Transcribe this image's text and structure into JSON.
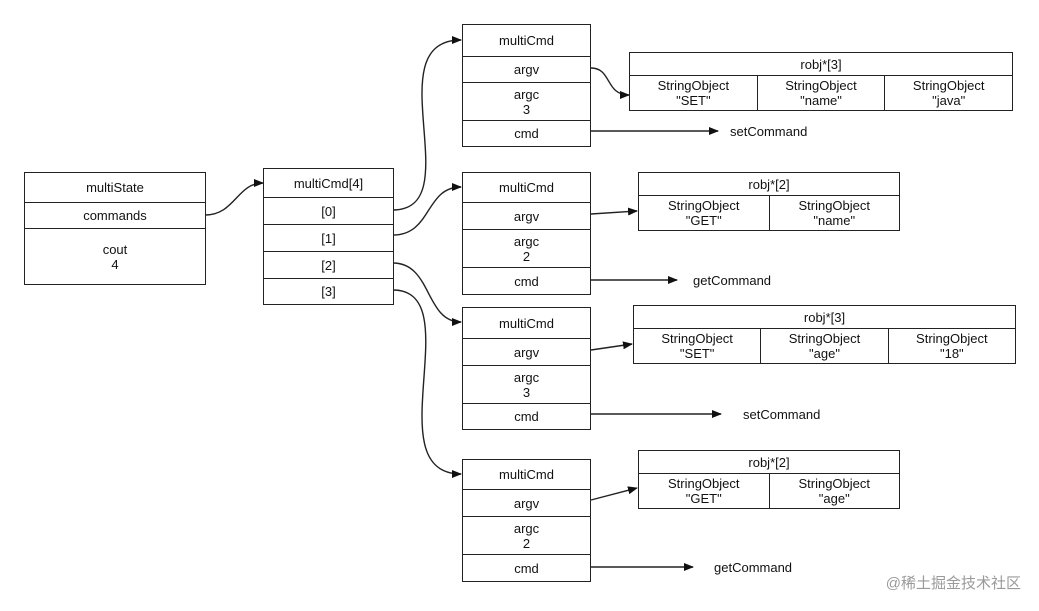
{
  "multi_state": {
    "title": "multiState",
    "commands": "commands",
    "count": "cout\n4"
  },
  "multi_cmd_array": {
    "title": "multiCmd[4]",
    "items": [
      "[0]",
      "[1]",
      "[2]",
      "[3]"
    ]
  },
  "commands": [
    {
      "title": "multiCmd",
      "argv": "argv",
      "argc": "argc\n3",
      "cmd": "cmd",
      "robj": {
        "title": "robj*[3]",
        "items": [
          "StringObject\n\"SET\"",
          "StringObject\n\"name\"",
          "StringObject\n\"java\""
        ]
      },
      "target": "setCommand"
    },
    {
      "title": "multiCmd",
      "argv": "argv",
      "argc": "argc\n2",
      "cmd": "cmd",
      "robj": {
        "title": "robj*[2]",
        "items": [
          "StringObject\n\"GET\"",
          "StringObject\n\"name\""
        ]
      },
      "target": "getCommand"
    },
    {
      "title": "multiCmd",
      "argv": "argv",
      "argc": "argc\n3",
      "cmd": "cmd",
      "robj": {
        "title": "robj*[3]",
        "items": [
          "StringObject\n\"SET\"",
          "StringObject\n\"age\"",
          "StringObject\n\"18\""
        ]
      },
      "target": "setCommand"
    },
    {
      "title": "multiCmd",
      "argv": "argv",
      "argc": "argc\n2",
      "cmd": "cmd",
      "robj": {
        "title": "robj*[2]",
        "items": [
          "StringObject\n\"GET\"",
          "StringObject\n\"age\""
        ]
      },
      "target": "getCommand"
    }
  ],
  "watermark": "@稀土掘金技术社区"
}
